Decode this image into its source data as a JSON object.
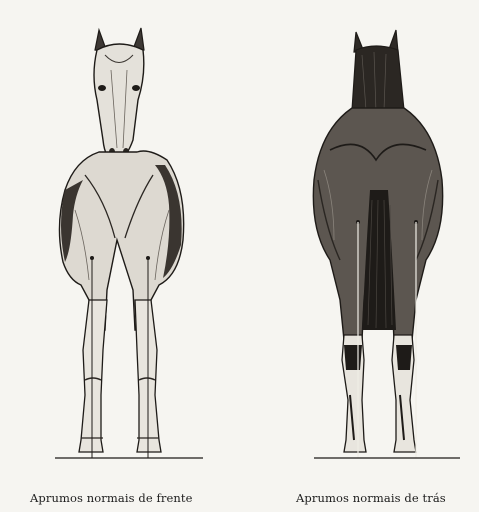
{
  "captions": {
    "front": "Aprumos normais de frente",
    "back": "Aprumos normais de trás"
  },
  "illustrations": [
    {
      "id": "front",
      "subject": "horse-front-view"
    },
    {
      "id": "back",
      "subject": "horse-rear-view"
    }
  ],
  "colors": {
    "paper": "#f6f5f1",
    "ink": "#1e1b18",
    "shade": "#4a4540",
    "light": "#e9e6df"
  }
}
